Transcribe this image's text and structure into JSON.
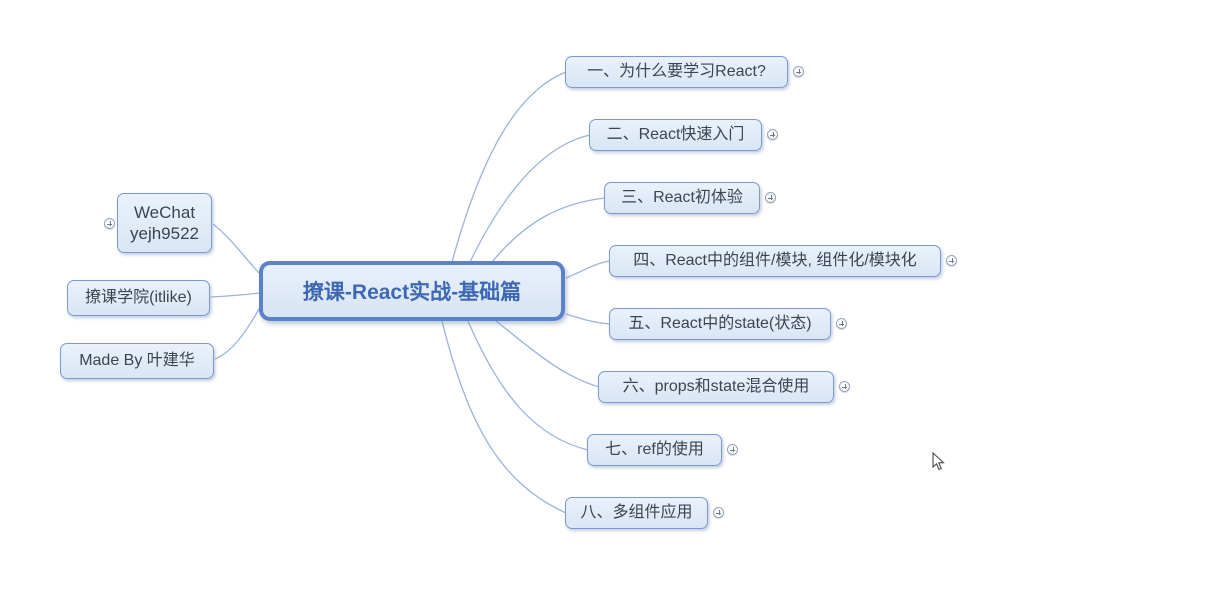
{
  "diagram": {
    "type": "mindmap",
    "central": {
      "label": "撩课-React实战-基础篇"
    },
    "left_topics": [
      {
        "label_line1": "WeChat",
        "label_line2": "yejh9522",
        "has_expander": true
      },
      {
        "label": "撩课学院(itlike)",
        "has_expander": false
      },
      {
        "label": "Made By 叶建华",
        "has_expander": false
      }
    ],
    "right_topics": [
      {
        "label": "一、为什么要学习React?",
        "has_expander": true
      },
      {
        "label": "二、React快速入门",
        "has_expander": true
      },
      {
        "label": "三、React初体验",
        "has_expander": true
      },
      {
        "label": "四、React中的组件/模块, 组件化/模块化",
        "has_expander": true
      },
      {
        "label": "五、React中的state(状态)",
        "has_expander": true
      },
      {
        "label": "六、props和state混合使用",
        "has_expander": true
      },
      {
        "label": "七、ref的使用",
        "has_expander": true
      },
      {
        "label": "八、多组件应用",
        "has_expander": true
      }
    ],
    "colors": {
      "node_fill": "#dde9f7",
      "node_border": "#7b99cf",
      "central_border": "#5b82c6",
      "central_text": "#3f68b2",
      "topic_text": "#3b4452",
      "connector_line": "#9cb3da",
      "background": "#ffffff"
    }
  }
}
